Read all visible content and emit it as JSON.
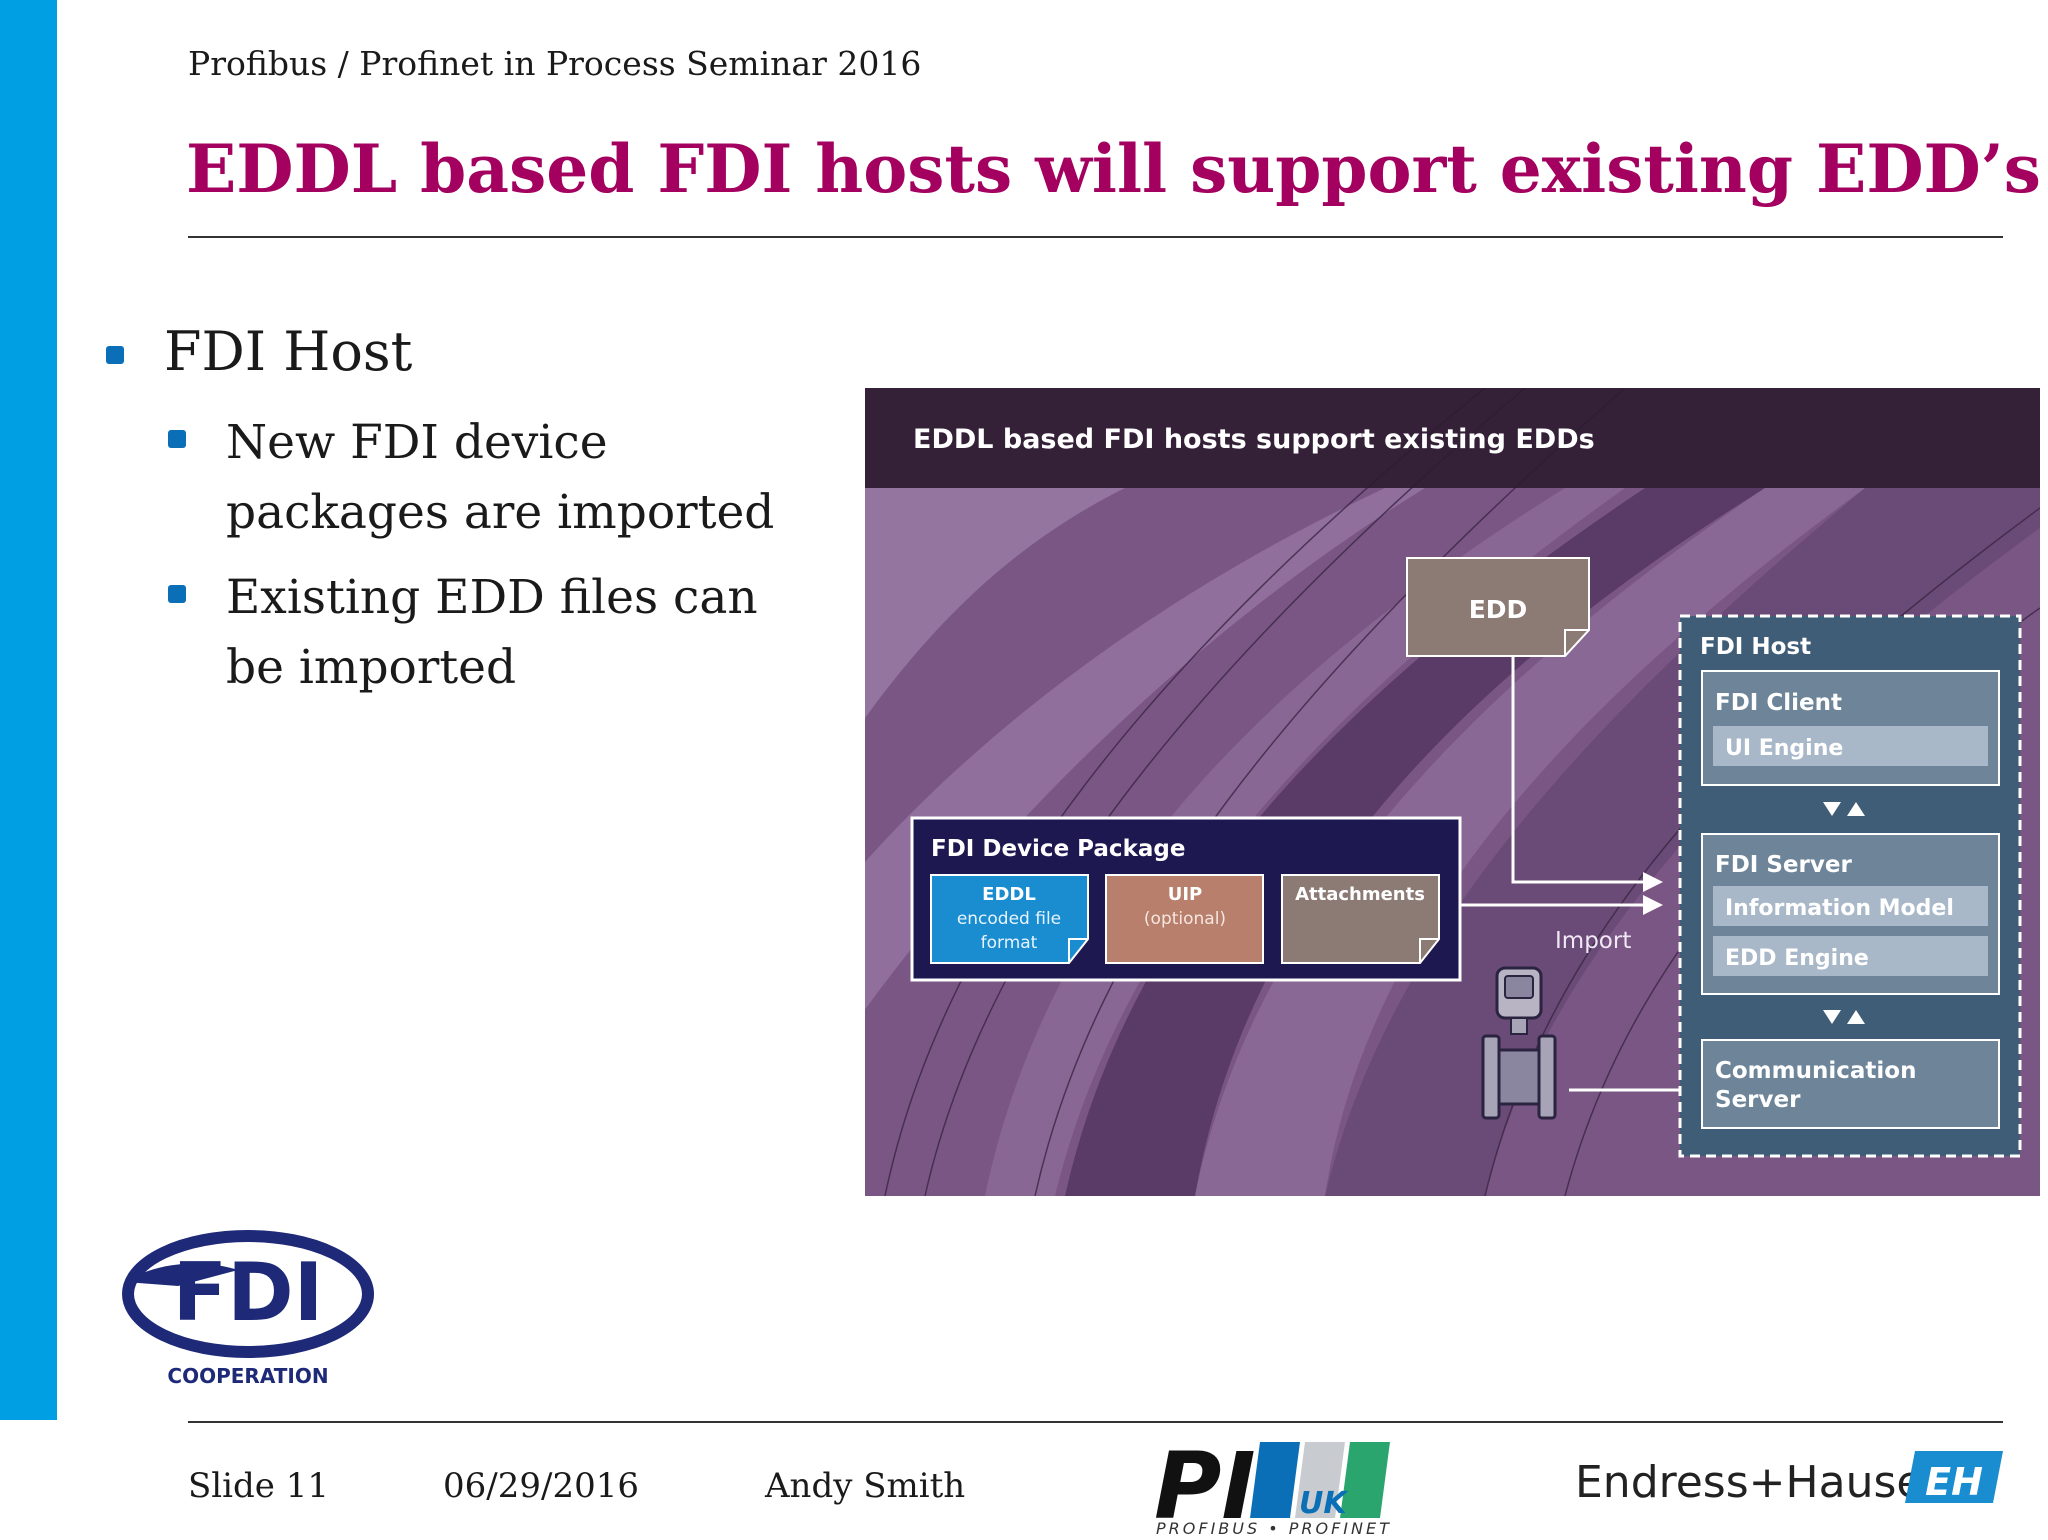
{
  "header": {
    "seminar": "Profibus / Profinet in Process Seminar 2016",
    "title": "EDDL based FDI hosts will support existing EDD’s"
  },
  "bullets": {
    "main": "FDI Host",
    "sub": [
      "New FDI device packages are imported",
      "Existing EDD files can be imported"
    ]
  },
  "diagram": {
    "banner": "EDDL based FDI hosts support existing EDDs",
    "edd": "EDD",
    "package": {
      "title": "FDI Device Package",
      "eddl_title": "EDDL",
      "eddl_sub1": "encoded file",
      "eddl_sub2": "format",
      "uip_title": "UIP",
      "uip_sub": "(optional)",
      "attachments": "Attachments"
    },
    "import_label": "Import",
    "host": {
      "title": "FDI Host",
      "client": "FDI Client",
      "ui_engine": "UI Engine",
      "server": "FDI Server",
      "info_model": "Information Model",
      "edd_engine": "EDD Engine",
      "comm_line1": "Communication",
      "comm_line2": "Server"
    }
  },
  "logos": {
    "fdi_text": "FDI",
    "fdi_sub": "COOPERATION",
    "pi_text": "PI",
    "pi_uk": "UK",
    "pi_sub": "PROFIBUS • PROFINET",
    "eh_text": "Endress+Hauser",
    "eh_mark": "EH"
  },
  "footer": {
    "slide": "Slide 11",
    "date": "06/29/2016",
    "author": "Andy Smith"
  },
  "colors": {
    "accent_blue": "#009fe3",
    "title_magenta": "#a3005f",
    "bullet_blue": "#0a6fb6"
  }
}
